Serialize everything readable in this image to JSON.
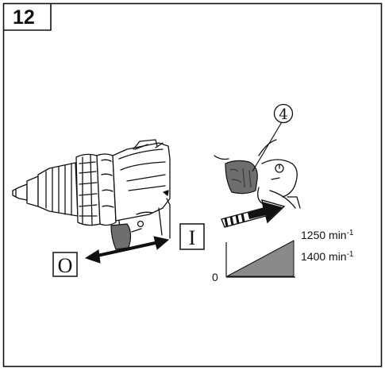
{
  "figure": {
    "number": "12"
  },
  "callout": {
    "label": "4"
  },
  "switch_positions": {
    "off_label": "O",
    "on_label": "I"
  },
  "speed_graph": {
    "zero_label": "0",
    "speed_1": {
      "value": "1250 min",
      "exponent": "-1"
    },
    "speed_2": {
      "value": "1400 min",
      "exponent": "-1"
    }
  },
  "colors": {
    "line": "#111111",
    "trigger_gray": "#6e6e6e",
    "ramp_gray": "#8a8a8a"
  }
}
